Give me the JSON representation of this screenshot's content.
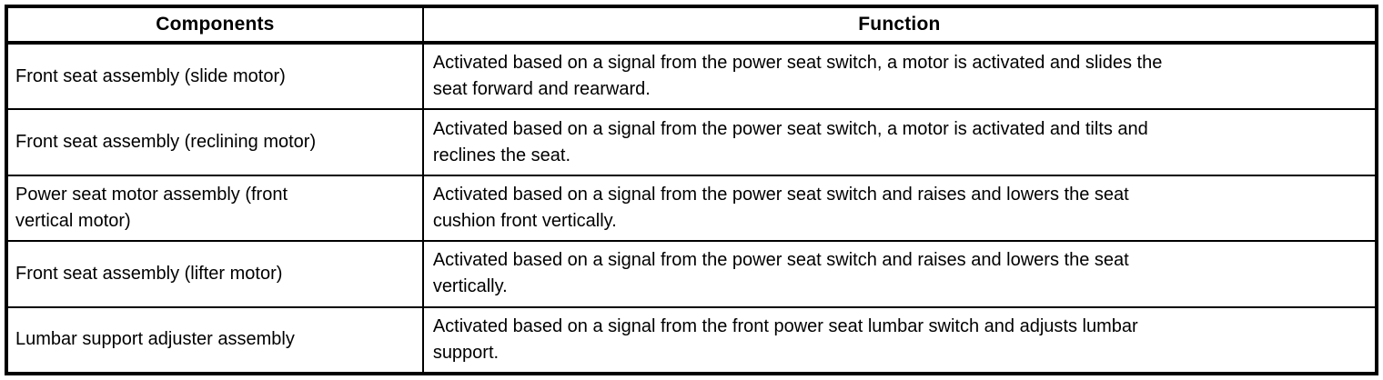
{
  "table": {
    "columns": [
      {
        "label": "Components"
      },
      {
        "label": "Function"
      }
    ],
    "rows": [
      {
        "component": "Front seat assembly (slide motor)",
        "function": "Activated based on a signal from the power seat switch, a motor is activated and slides the\nseat forward and rearward."
      },
      {
        "component": "Front seat assembly (reclining motor)",
        "function": "Activated based on a signal from the power seat switch, a motor is activated and tilts and\nreclines the seat."
      },
      {
        "component": "Power seat motor assembly (front\nvertical motor)",
        "function": "Activated based on a signal from the power seat switch and raises and lowers the seat\ncushion front vertically."
      },
      {
        "component": "Front seat assembly (lifter motor)",
        "function": "Activated based on a signal from the power seat switch and raises and lowers the seat\nvertically."
      },
      {
        "component": "Lumbar support adjuster assembly",
        "function": "Activated based on a signal from the front power seat lumbar switch and adjusts lumbar\nsupport."
      }
    ],
    "colors": {
      "border": "#000000",
      "text": "#000000",
      "background": "#ffffff"
    }
  }
}
